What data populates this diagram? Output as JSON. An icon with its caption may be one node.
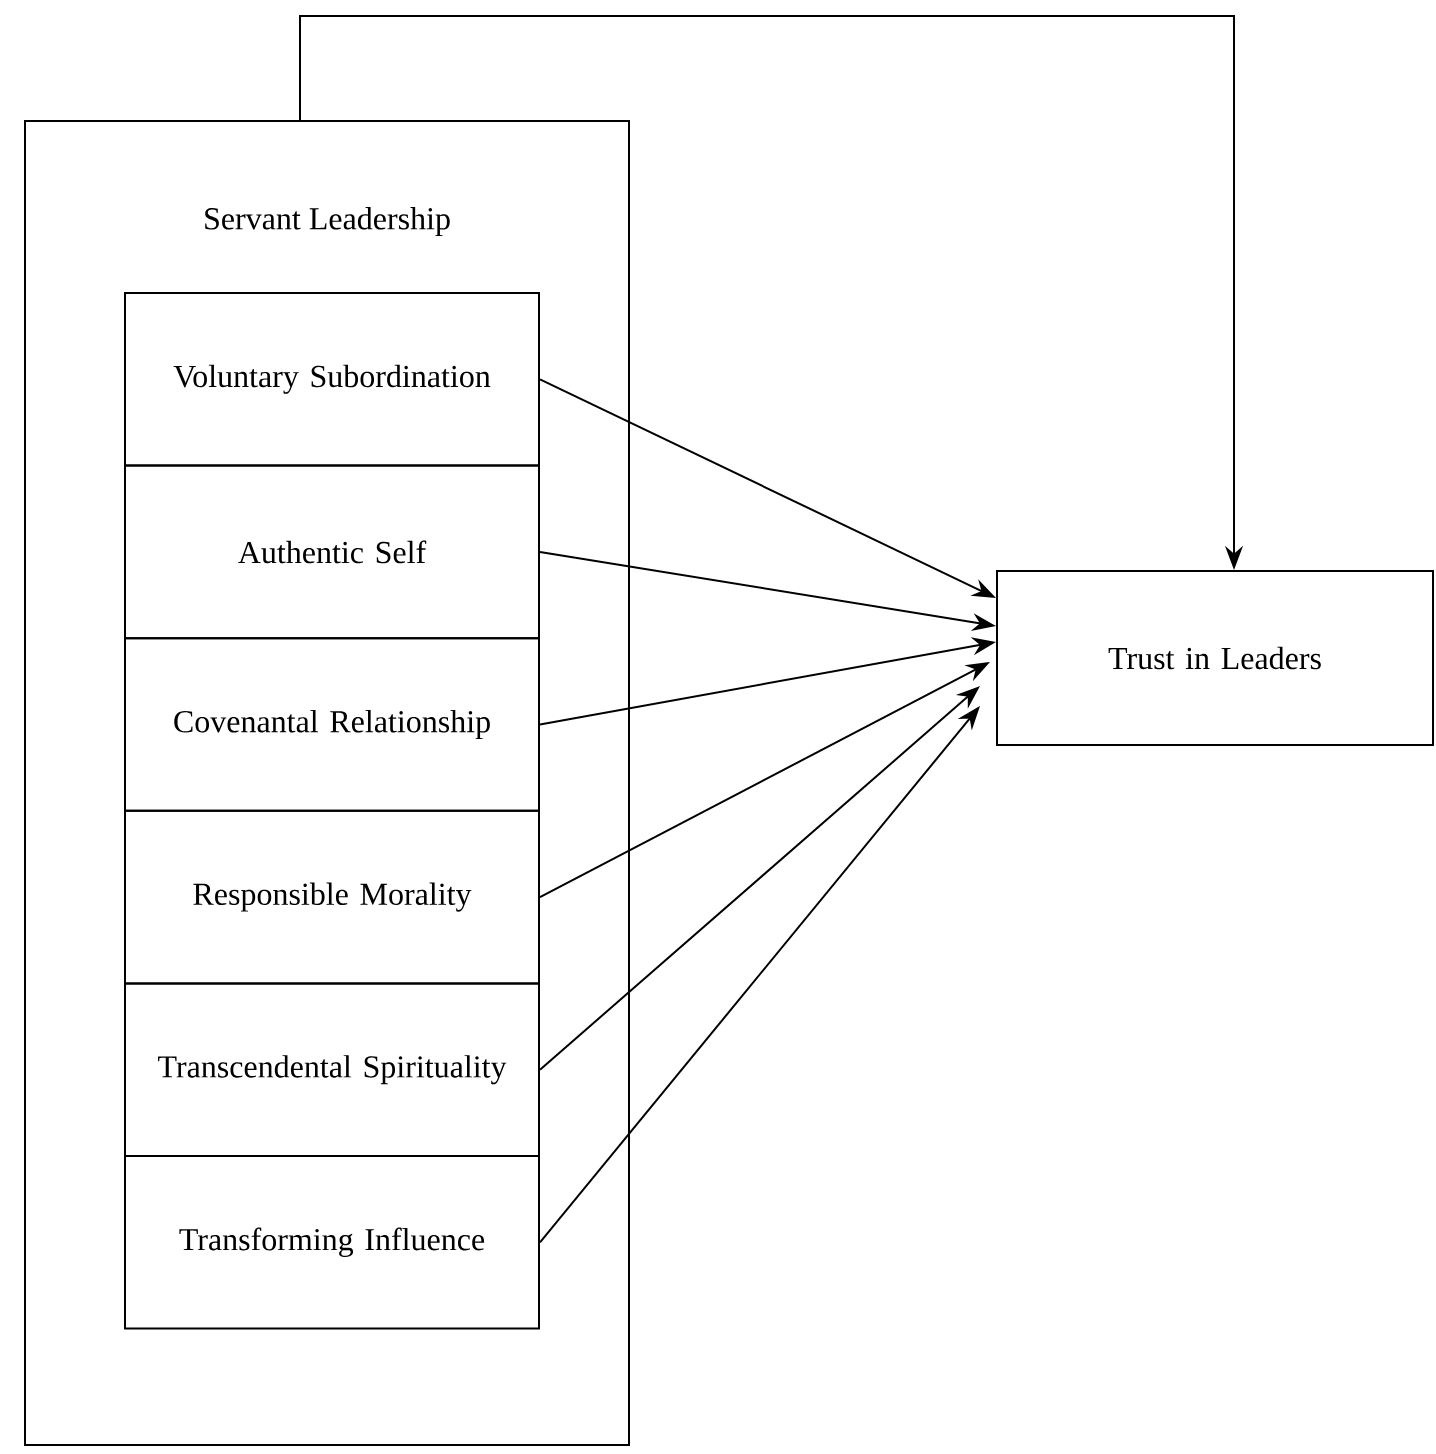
{
  "diagram": {
    "nodes": [
      {
        "text": [
          "Servant Leadership"
        ]
      },
      {
        "text": [
          "Voluntary Subordination"
        ],
        "in": 0
      },
      {
        "text": [
          "Authentic Self"
        ],
        "in": 0
      },
      {
        "text": [
          "Covenantal Relationship"
        ],
        "in": 0
      },
      {
        "text": [
          "Responsible Morality"
        ],
        "in": 0
      },
      {
        "text": [
          "Transcendental Spirituality"
        ],
        "in": 0
      },
      {
        "text": [
          "Transforming Influence"
        ],
        "in": 0
      },
      {
        "text": [
          "Trust in Leaders"
        ]
      }
    ],
    "edges": [
      {
        "from": 0,
        "to": 7,
        "arrow": "to"
      },
      {
        "from": 1,
        "to": 7,
        "arrow": "to"
      },
      {
        "from": 2,
        "to": 7,
        "arrow": "to"
      },
      {
        "from": 3,
        "to": 7,
        "arrow": "to"
      },
      {
        "from": 4,
        "to": 7,
        "arrow": "to"
      },
      {
        "from": 5,
        "to": 7,
        "arrow": "to"
      },
      {
        "from": 6,
        "to": 7,
        "arrow": "to"
      }
    ]
  }
}
